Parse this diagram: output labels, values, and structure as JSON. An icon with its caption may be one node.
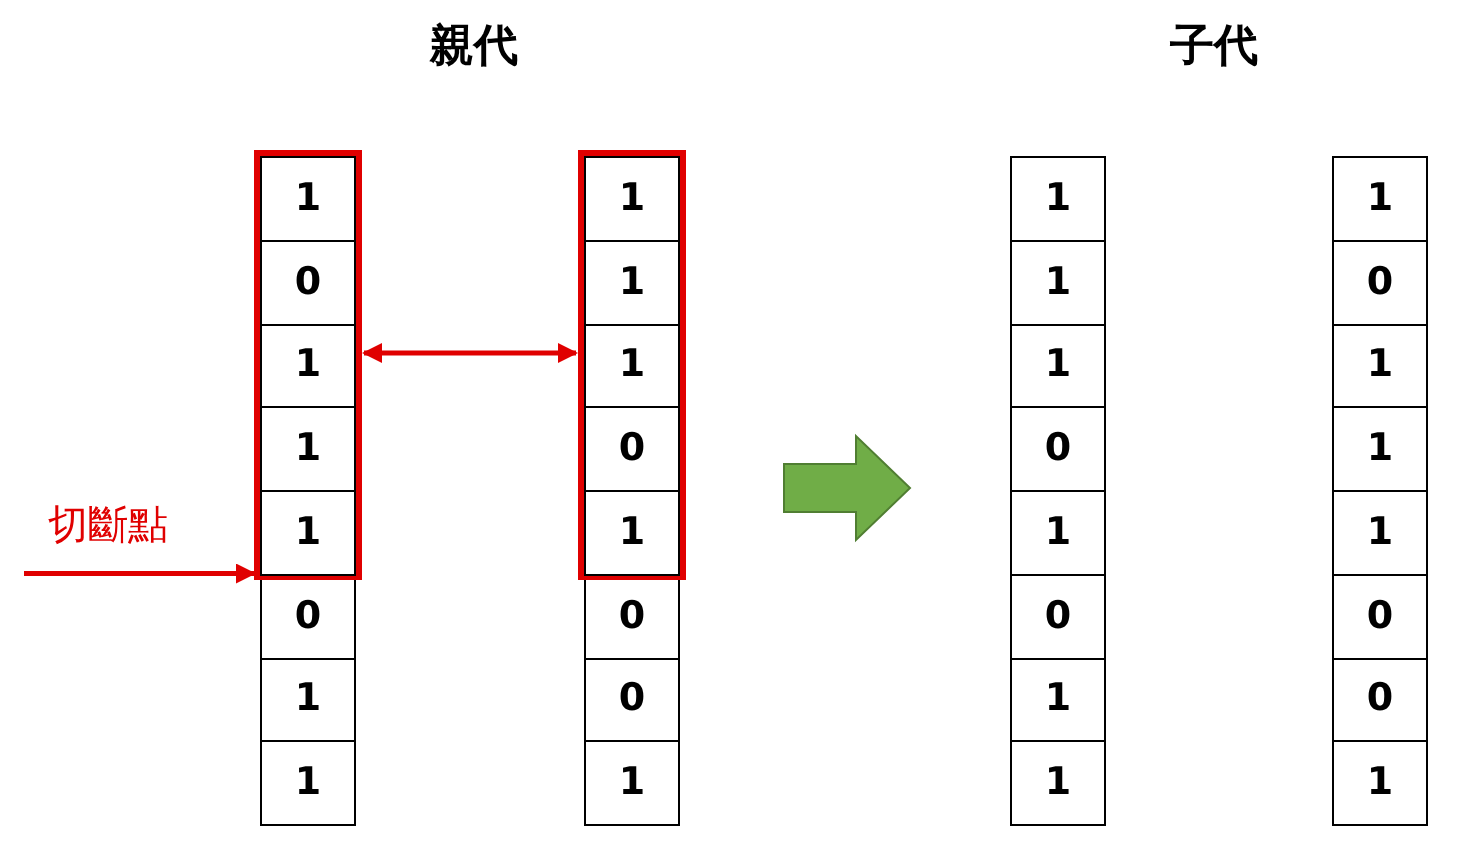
{
  "diagram": {
    "nodes": [
      {
        "text": [],
        "shape": "box"
      },
      {
        "text": [
          "1"
        ],
        "in": 0
      },
      {
        "text": [
          "0"
        ],
        "in": 0
      },
      {
        "text": [
          "1"
        ],
        "in": 0
      },
      {
        "text": [
          "1"
        ],
        "in": 0
      },
      {
        "text": [
          "1"
        ],
        "in": 0
      },
      {
        "text": [
          "0"
        ]
      },
      {
        "text": [
          "1"
        ]
      },
      {
        "text": [
          "1"
        ]
      },
      {
        "text": [],
        "shape": "box"
      },
      {
        "text": [
          "1"
        ],
        "in": 9
      },
      {
        "text": [
          "1"
        ],
        "in": 9
      },
      {
        "text": [
          "1"
        ],
        "in": 9
      },
      {
        "text": [
          "0"
        ],
        "in": 9
      },
      {
        "text": [
          "1"
        ],
        "in": 9
      },
      {
        "text": [
          "0"
        ]
      },
      {
        "text": [
          "0"
        ]
      },
      {
        "text": [
          "1"
        ]
      },
      {
        "text": [
          "1"
        ]
      },
      {
        "text": [
          "1"
        ]
      },
      {
        "text": [
          "1"
        ]
      },
      {
        "text": [
          "0"
        ]
      },
      {
        "text": [
          "1"
        ]
      },
      {
        "text": [
          "0"
        ]
      },
      {
        "text": [
          "1"
        ]
      },
      {
        "text": [
          "1"
        ]
      },
      {
        "text": [
          "1"
        ]
      },
      {
        "text": [
          "0"
        ]
      },
      {
        "text": [
          "1"
        ]
      },
      {
        "text": [
          "1"
        ]
      },
      {
        "text": [
          "1"
        ]
      },
      {
        "text": [
          "0"
        ]
      },
      {
        "text": [
          "0"
        ]
      },
      {
        "text": [
          "1"
        ]
      },
      {
        "text": [
          "切斷點"
        ]
      }
    ],
    "edges": [
      {
        "from": 0,
        "to": 9,
        "arrow": "both"
      },
      {
        "from": 34,
        "to": 5,
        "arrow": "to"
      }
    ],
    "labels": [
      "親代",
      "子代"
    ]
  }
}
